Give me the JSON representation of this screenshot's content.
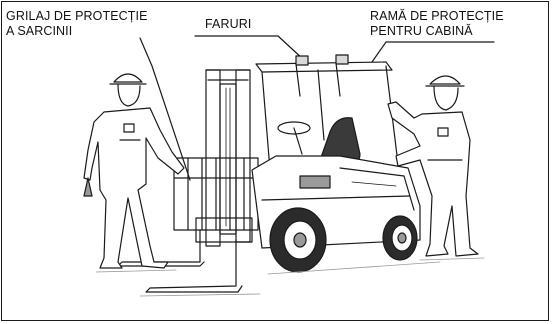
{
  "labels": {
    "load_guard": [
      "GRILAJ DE PROTECȚIE",
      "A SARCINII"
    ],
    "headlights": "FARURI",
    "cab_guard": [
      "RAMĂ DE PROTECȚIE",
      "PENTRU CABINĂ"
    ]
  },
  "colors": {
    "line": "#1a1a1a",
    "tire": "#2b2b2b",
    "seat": "#3a3a3a",
    "shade": "#9a9a9a",
    "light_shade": "#d9d9d9"
  }
}
